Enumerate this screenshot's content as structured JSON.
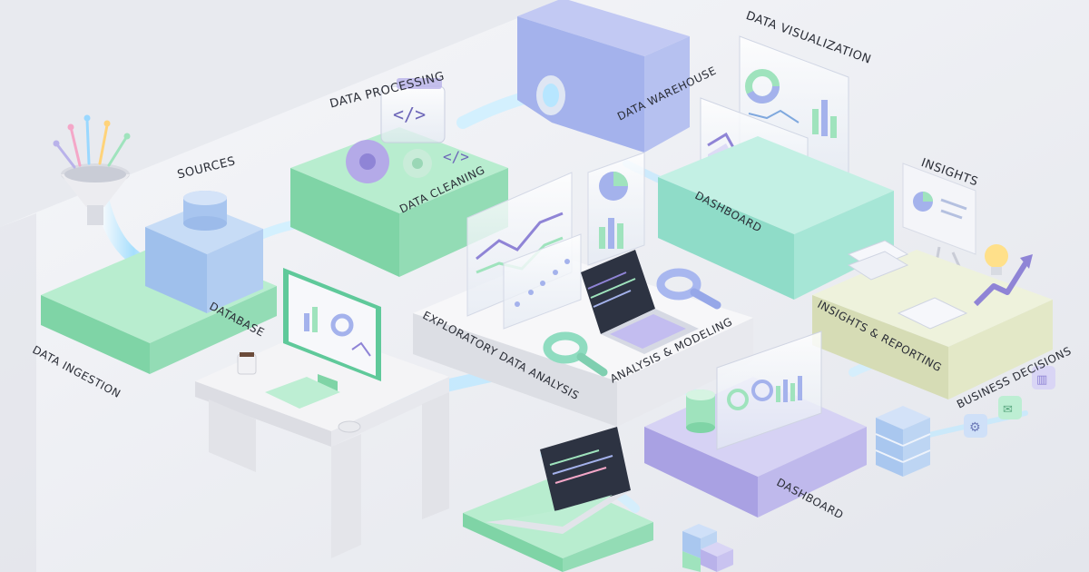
{
  "labels": {
    "sources": "Sources",
    "data_ingestion": "Data Ingestion",
    "database": "Database",
    "data_processing": "Data Processing",
    "data_cleaning": "Data Cleaning",
    "data_warehouse": "Data Warehouse",
    "data_visualization": "Data Visualization",
    "dashboard_top": "Dashboard",
    "insights": "Insights",
    "exploratory_data_analysis": "Exploratory Data Analysis",
    "analysis_modeling": "Analysis & Modeling",
    "insights_reporting": "Insights & Reporting",
    "business_decisions": "Business Decisions",
    "dashboard_bottom": "Dashboard"
  },
  "icons": {
    "funnel": "funnel-icon",
    "database": "database-cylinder-icon",
    "gears": "gears-icon",
    "code": "code-icon",
    "warehouse": "warehouse-cube-icon",
    "magnifier": "magnifying-glass-icon",
    "laptop": "laptop-icon",
    "monitor": "desktop-monitor-icon",
    "lightbulb": "lightbulb-icon",
    "servers": "server-stack-icon",
    "documents": "documents-icon",
    "presentation": "presentation-board-icon",
    "cubes": "cubes-icon"
  },
  "colors": {
    "green": "#9fe3bd",
    "blue": "#a9c7ef",
    "purple": "#b9b2ea",
    "mint": "#a6e6d6",
    "cream": "#e6eccd",
    "white": "#f4f4f6",
    "stream": "#8fd8ff"
  }
}
